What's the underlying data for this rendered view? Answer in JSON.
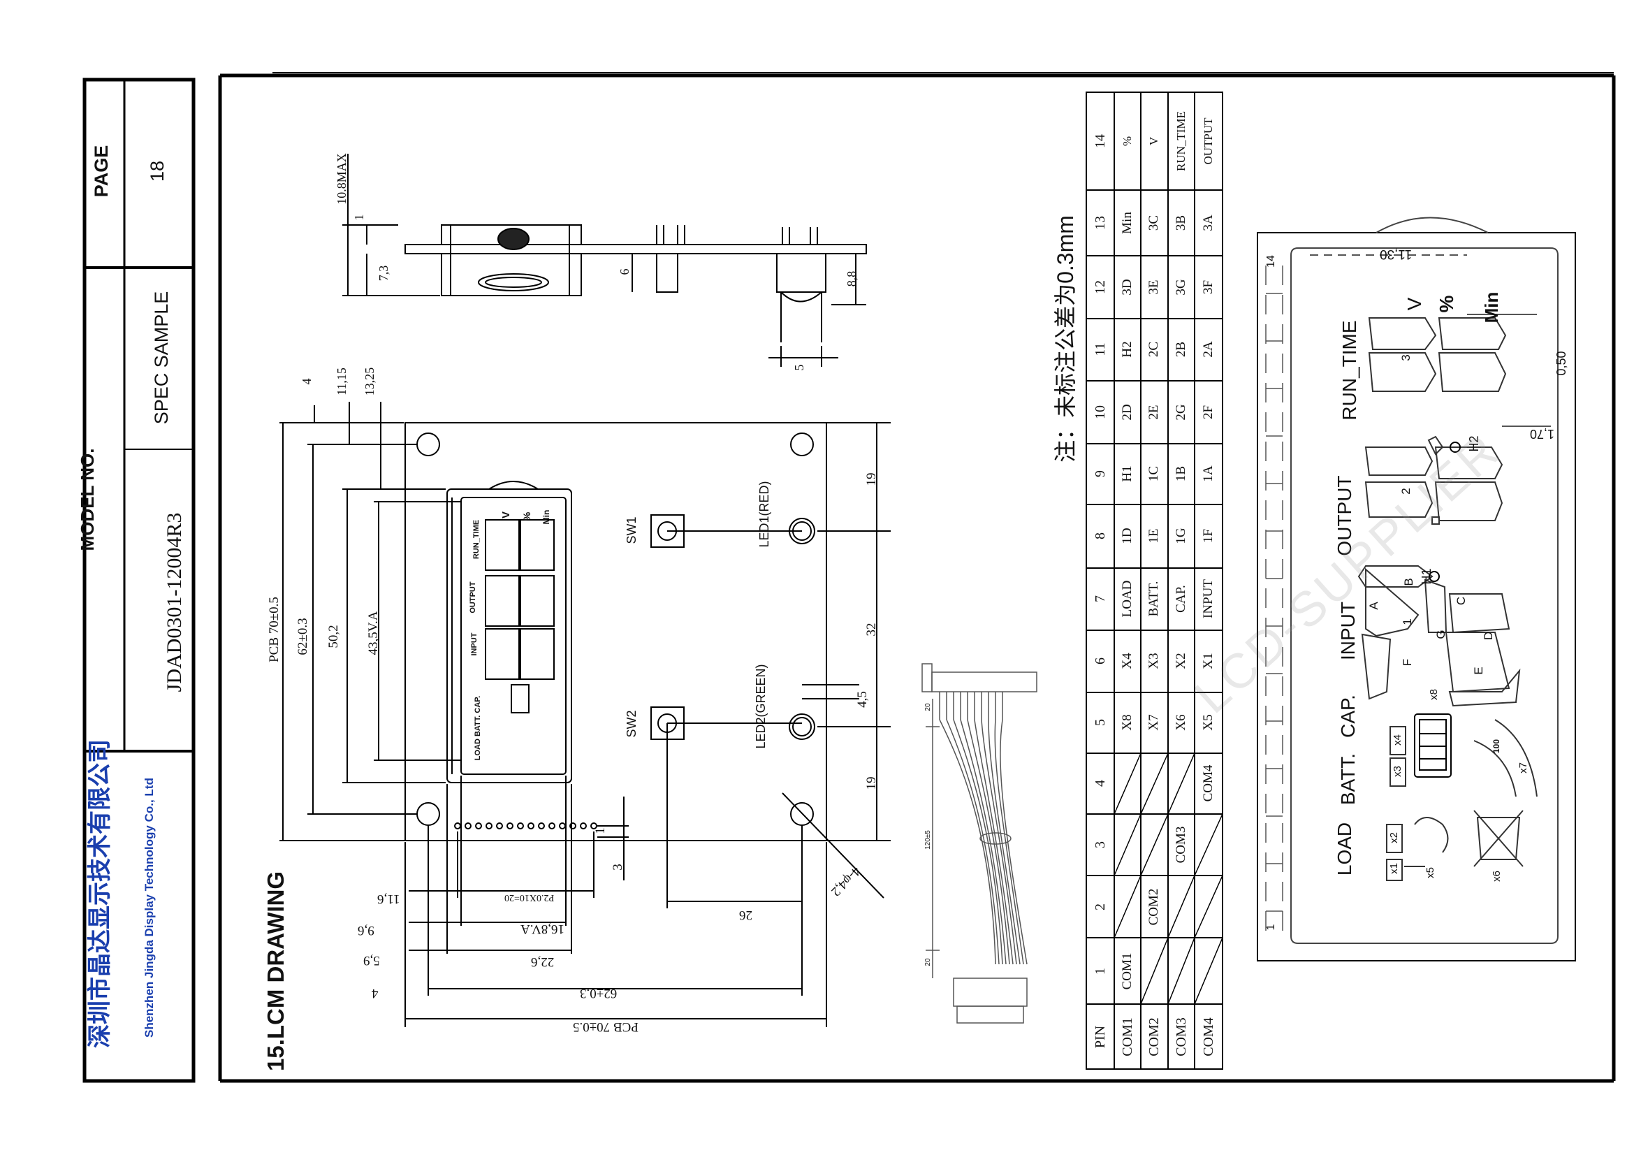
{
  "title_block": {
    "company_cn": "深圳市晶达显示技术有限公司",
    "company_en": "Shenzhen Jingda Display Technology Co., Ltd",
    "model_label": "MODEL NO.",
    "model_value": "JDAD0301-12004R3",
    "spec_label": "SPEC SAMPLE",
    "page_label": "PAGE",
    "page_value": "18"
  },
  "section_title": "15.LCM DRAWING",
  "note_cn": "注：未标注公差为0.3mm",
  "watermark": "LCD-SUPPLIER",
  "dimensions": {
    "side_total": "10.8MAX",
    "side_1": "1",
    "side_73": "7,3",
    "side_6": "6",
    "side_88": "8,8",
    "side_5": "5",
    "top_4": "4",
    "top_1115": "11,15",
    "top_1325": "13,25",
    "pcb_height": "PCB 70±0.5",
    "h_62": "62±0.3",
    "h_502": "50,2",
    "h_va": "43,5V.A",
    "r_19a": "19",
    "r_32": "32",
    "r_45": "4,5",
    "r_19b": "19",
    "b_116": "11,6",
    "b_96": "9,6",
    "b_59": "5,9",
    "b_4": "4",
    "b_p2": "P2.0X10=20",
    "b_va": "16,8V.A",
    "b_226": "22,6",
    "b_62": "62±0.3",
    "b_pcb": "PCB 70±0.5",
    "b_26": "26",
    "b_hole": "4-φ4,2",
    "b_3": "3",
    "b_1": "1",
    "seg_1130": "11,30",
    "seg_050": "0,50",
    "seg_170": "1,70"
  },
  "pcb_labels": {
    "sw1": "SW1",
    "sw2": "SW2",
    "led1": "LED1(RED)",
    "led2": "LED2(GREEN)",
    "lcd_load": "LOAD BATT. CAP.",
    "lcd_input": "INPUT",
    "lcd_output": "OUTPUT",
    "lcd_run": "RUN_TIME",
    "lcd_v": "V",
    "lcd_pct": "%",
    "lcd_min": "Min"
  },
  "cable_labels": {
    "top_20": "20",
    "mid": "120±5",
    "bot_20": "20"
  },
  "segment_labels": {
    "load": "LOAD",
    "batt": "BATT.",
    "cap": "CAP.",
    "input": "INPUT",
    "output": "OUTPUT",
    "run": "RUN_TIME",
    "v": "V",
    "pct": "%",
    "min": "Min",
    "h1": "H1",
    "h2": "H2",
    "d1": "1",
    "d2": "2",
    "d3": "3",
    "sa": "A",
    "sb": "B",
    "sc": "C",
    "sd": "D",
    "se": "E",
    "sf": "F",
    "sg": "G",
    "x1": "x1",
    "x2": "x2",
    "x3": "x3",
    "x4": "x4",
    "x5": "x5",
    "x6": "x6",
    "x7": "x7",
    "x8": "x8",
    "g100": "100",
    "pin1": "1",
    "pin14": "14"
  },
  "pin_table": {
    "header": [
      "PIN",
      "COM1",
      "COM2",
      "COM3",
      "COM4"
    ],
    "rows": [
      {
        "pin": "1",
        "c": [
          "COM1",
          "",
          "",
          ""
        ]
      },
      {
        "pin": "2",
        "c": [
          "",
          "COM2",
          "",
          ""
        ]
      },
      {
        "pin": "3",
        "c": [
          "",
          "",
          "COM3",
          ""
        ]
      },
      {
        "pin": "4",
        "c": [
          "",
          "",
          "",
          "COM4"
        ]
      },
      {
        "pin": "5",
        "c": [
          "X8",
          "X7",
          "X6",
          "X5"
        ]
      },
      {
        "pin": "6",
        "c": [
          "X4",
          "X3",
          "X2",
          "X1"
        ]
      },
      {
        "pin": "7",
        "c": [
          "LOAD",
          "BATT.",
          "CAP.",
          "INPUT"
        ]
      },
      {
        "pin": "8",
        "c": [
          "1D",
          "1E",
          "1G",
          "1F"
        ]
      },
      {
        "pin": "9",
        "c": [
          "H1",
          "1C",
          "1B",
          "1A"
        ]
      },
      {
        "pin": "10",
        "c": [
          "2D",
          "2E",
          "2G",
          "2F"
        ]
      },
      {
        "pin": "11",
        "c": [
          "H2",
          "2C",
          "2B",
          "2A"
        ]
      },
      {
        "pin": "12",
        "c": [
          "3D",
          "3E",
          "3G",
          "3F"
        ]
      },
      {
        "pin": "13",
        "c": [
          "Min",
          "3C",
          "3B",
          "3A"
        ]
      },
      {
        "pin": "14",
        "c": [
          "%",
          "V",
          "RUN_TIME",
          "OUTPUT"
        ]
      }
    ]
  }
}
